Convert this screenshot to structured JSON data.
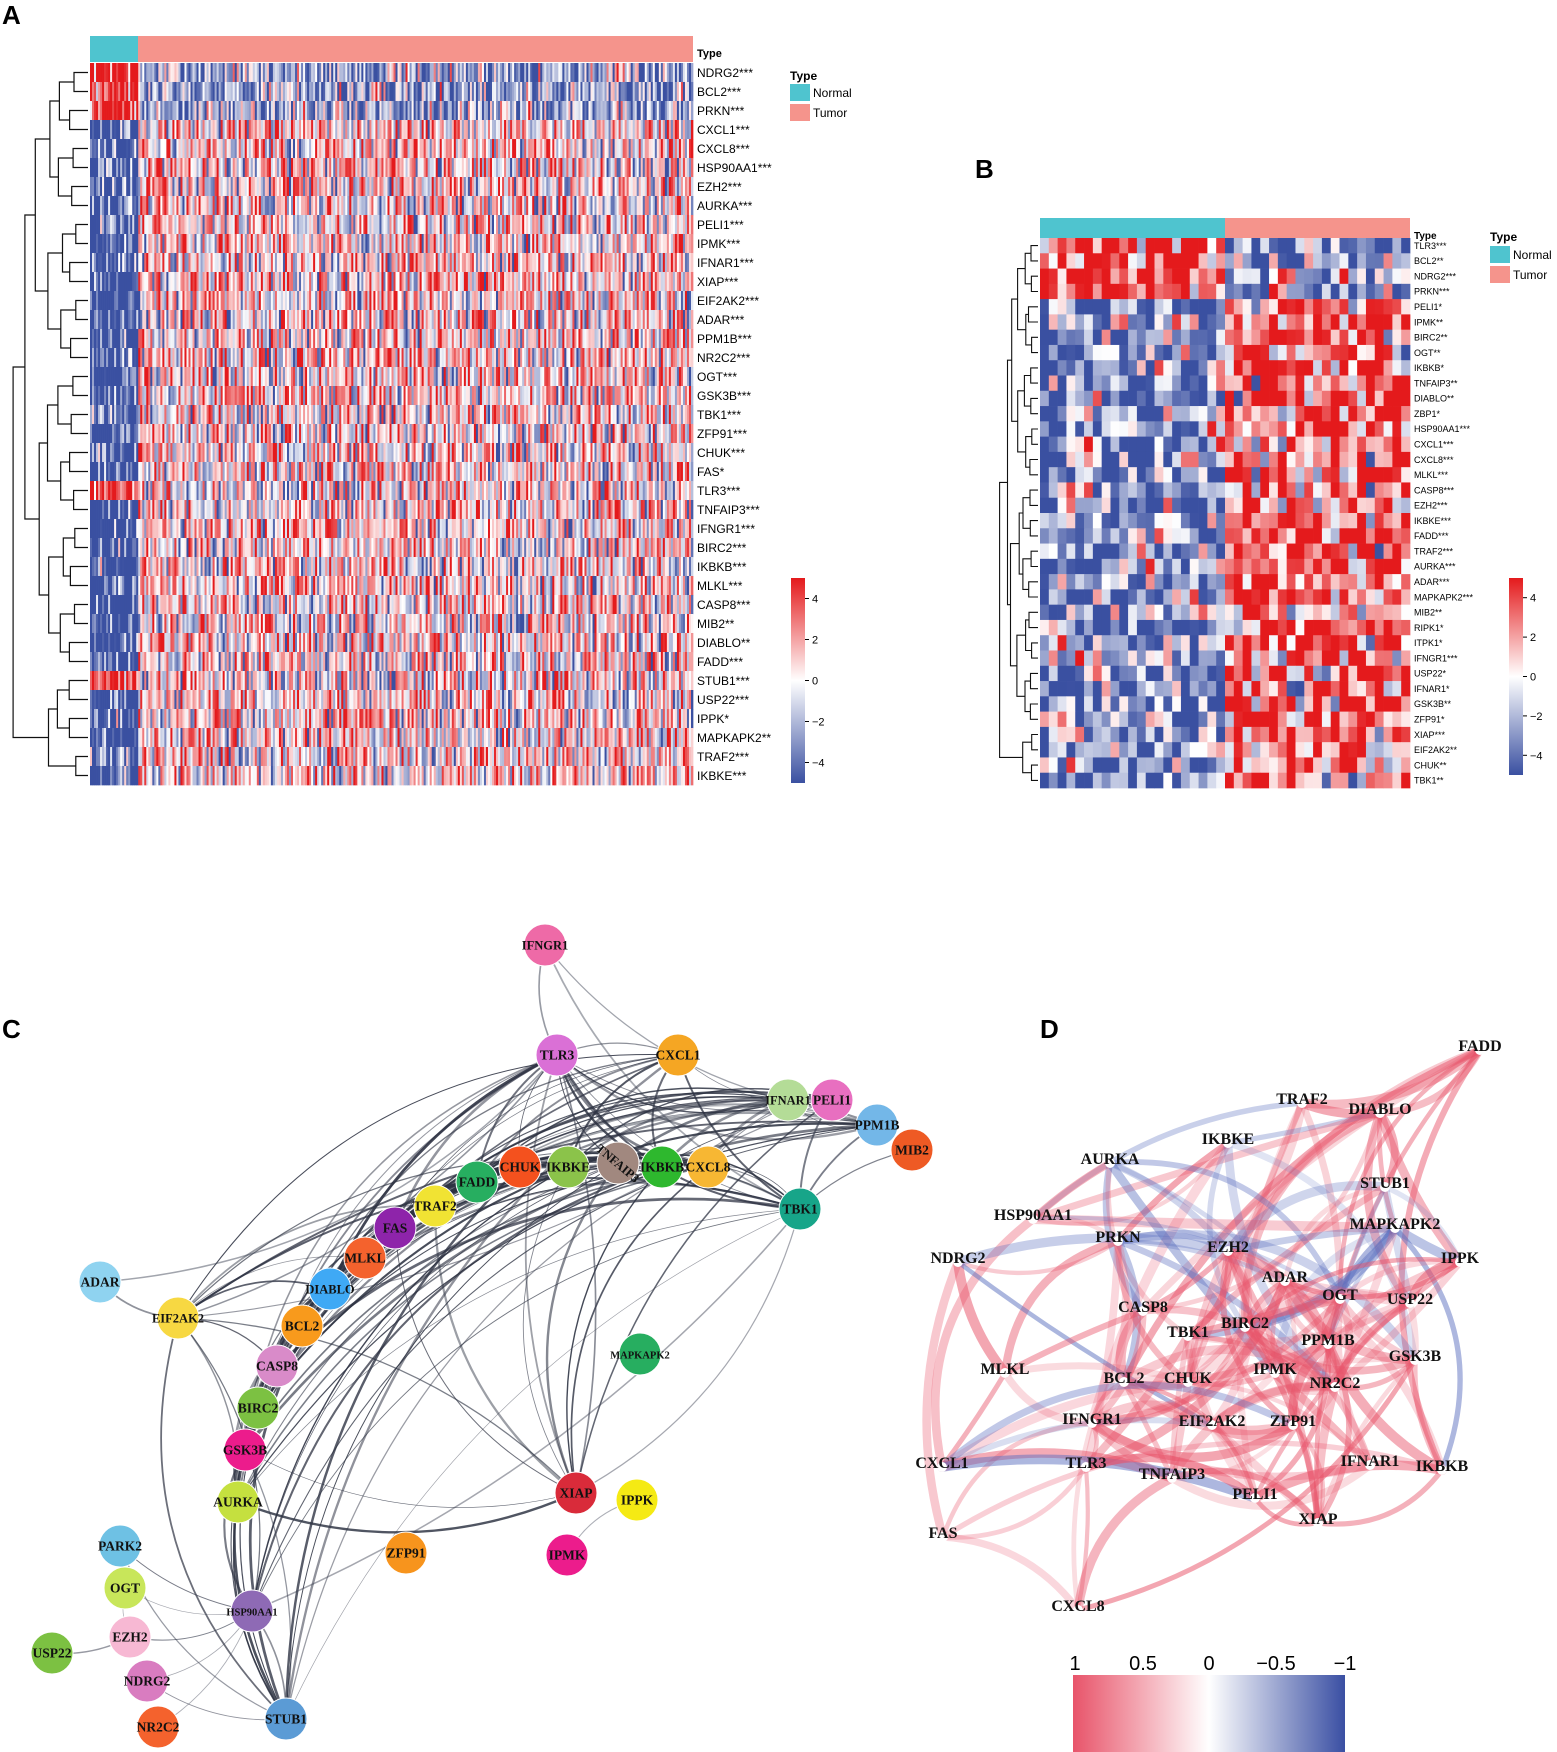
{
  "panels": {
    "a": {
      "letter": "A",
      "type_label": "Type",
      "legend_title": "Type",
      "legend_normal": "Normal",
      "legend_tumor": "Tumor",
      "colorbar_ticks": [
        "4",
        "2",
        "0",
        "−2",
        "−4"
      ],
      "genes": [
        "NDRG2***",
        "BCL2***",
        "PRKN***",
        "CXCL1***",
        "CXCL8***",
        "HSP90AA1***",
        "EZH2***",
        "AURKA***",
        "PELI1***",
        "IPMK***",
        "IFNAR1***",
        "XIAP***",
        "EIF2AK2***",
        "ADAR***",
        "PPM1B***",
        "NR2C2***",
        "OGT***",
        "GSK3B***",
        "TBK1***",
        "ZFP91***",
        "CHUK***",
        "FAS*",
        "TLR3***",
        "TNFAIP3***",
        "IFNGR1***",
        "BIRC2***",
        "IKBKB***",
        "MLKL***",
        "CASP8***",
        "MIB2**",
        "DIABLO**",
        "FADD***",
        "STUB1***",
        "USP22***",
        "IPPK*",
        "MAPKAPK2**",
        "TRAF2***",
        "IKBKE***"
      ]
    },
    "b": {
      "letter": "B",
      "type_label": "Type",
      "legend_title": "Type",
      "legend_normal": "Normal",
      "legend_tumor": "Tumor",
      "colorbar_ticks": [
        "4",
        "2",
        "0",
        "−2",
        "−4"
      ],
      "genes": [
        "TLR3***",
        "BCL2**",
        "NDRG2***",
        "PRKN***",
        "PELI1*",
        "IPMK**",
        "BIRC2**",
        "OGT**",
        "IKBKB*",
        "TNFAIP3**",
        "DIABLO**",
        "ZBP1*",
        "HSP90AA1***",
        "CXCL1***",
        "CXCL8***",
        "MLKL***",
        "CASP8***",
        "EZH2***",
        "IKBKE***",
        "FADD***",
        "TRAF2***",
        "AURKA***",
        "ADAR***",
        "MAPKAPK2***",
        "MIB2**",
        "RIPK1*",
        "ITPK1*",
        "IFNGR1***",
        "USP22*",
        "IFNAR1*",
        "GSK3B**",
        "ZFP91*",
        "XIAP***",
        "EIF2AK2**",
        "CHUK**",
        "TBK1**"
      ]
    },
    "c": {
      "letter": "C",
      "nodes": [
        {
          "label": "IFNGR1",
          "color": "#ee6aa7"
        },
        {
          "label": "TLR3",
          "color": "#da70d6"
        },
        {
          "label": "CXCL1",
          "color": "#f5a623"
        },
        {
          "label": "IFNAR1",
          "color": "#b4dc97"
        },
        {
          "label": "PELI1",
          "color": "#e86fc0"
        },
        {
          "label": "PPM1B",
          "color": "#73b7e8"
        },
        {
          "label": "MIB2",
          "color": "#ee5a24"
        },
        {
          "label": "TBK1",
          "color": "#17a589"
        },
        {
          "label": "CXCL8",
          "color": "#f7b733"
        },
        {
          "label": "IKBKB",
          "color": "#2eb82e"
        },
        {
          "label": "TNFAIP3",
          "color": "#a1887f"
        },
        {
          "label": "IKBKE",
          "color": "#8bc34a"
        },
        {
          "label": "CHUK",
          "color": "#f4511e"
        },
        {
          "label": "FADD",
          "color": "#27ae60"
        },
        {
          "label": "TRAF2",
          "color": "#f1e333"
        },
        {
          "label": "FAS",
          "color": "#8e24aa"
        },
        {
          "label": "MLKL",
          "color": "#f4622d"
        },
        {
          "label": "DIABLO",
          "color": "#3fa9f5"
        },
        {
          "label": "BCL2",
          "color": "#f89a1c"
        },
        {
          "label": "CASP8",
          "color": "#d98bc9"
        },
        {
          "label": "BIRC2",
          "color": "#7cc142"
        },
        {
          "label": "GSK3B",
          "color": "#ec1c8c"
        },
        {
          "label": "AURKA",
          "color": "#c5e03f"
        },
        {
          "label": "EIF2AK2",
          "color": "#f7d842"
        },
        {
          "label": "ADAR",
          "color": "#8fd3f0"
        },
        {
          "label": "MAPKAPK2",
          "color": "#27ae60"
        },
        {
          "label": "XIAP",
          "color": "#d92b3a"
        },
        {
          "label": "IPPK",
          "color": "#f5ea14"
        },
        {
          "label": "IPMK",
          "color": "#ec1c8c"
        },
        {
          "label": "ZFP91",
          "color": "#f7941d"
        },
        {
          "label": "PARK2",
          "color": "#6ec1e4"
        },
        {
          "label": "OGT",
          "color": "#c8e65a"
        },
        {
          "label": "HSP90AA1",
          "color": "#8e6ab5"
        },
        {
          "label": "EZH2",
          "color": "#f7b8d3"
        },
        {
          "label": "USP22",
          "color": "#7cc142"
        },
        {
          "label": "NDRG2",
          "color": "#d97cc0"
        },
        {
          "label": "NR2C2",
          "color": "#f4622d"
        },
        {
          "label": "STUB1",
          "color": "#5b9bd5"
        }
      ]
    },
    "d": {
      "letter": "D",
      "nodes": [
        "FADD",
        "TRAF2",
        "DIABLO",
        "IKBKE",
        "AURKA",
        "STUB1",
        "HSP90AA1",
        "MAPKAPK2",
        "PRKN",
        "NDRG2",
        "EZH2",
        "IPPK",
        "ADAR",
        "OGT",
        "USP22",
        "CASP8",
        "TBK1",
        "BIRC2",
        "PPM1B",
        "GSK3B",
        "MLKL",
        "BCL2",
        "CHUK",
        "IPMK",
        "NR2C2",
        "IFNGR1",
        "EIF2AK2",
        "ZFP91",
        "CXCL1",
        "TLR3",
        "TNFAIP3",
        "IFNAR1",
        "IKBKB",
        "PELI1",
        "XIAP",
        "FAS",
        "CXCL8"
      ],
      "colorbar_ticks": [
        "1",
        "0.5",
        "0",
        "−0.5",
        "−1"
      ]
    }
  },
  "colors": {
    "normal": "#4fc4cf",
    "tumor": "#f5948c",
    "high": "#e41a1c",
    "low": "#3a50a1",
    "edge_dark": "#2d3242"
  }
}
